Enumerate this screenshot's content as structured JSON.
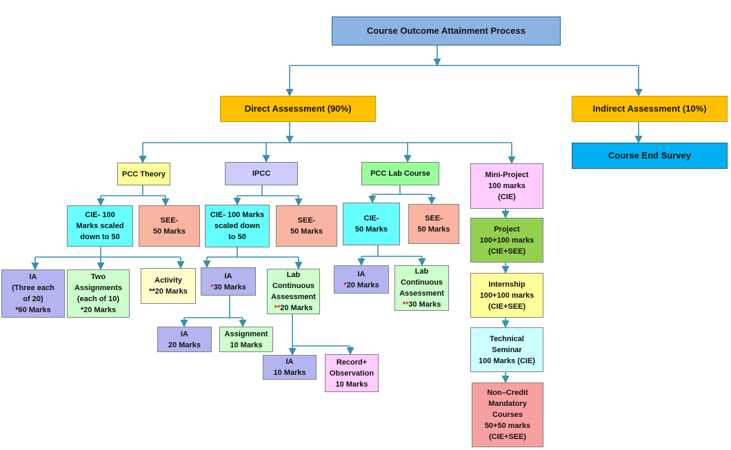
{
  "diagram": {
    "root": {
      "lines": [
        "Course Outcome Attainment Process"
      ]
    },
    "direct": {
      "lines": [
        "Direct Assessment (90%)"
      ]
    },
    "indirect": {
      "lines": [
        "Indirect Assessment (10%)"
      ]
    },
    "course_end_survey": {
      "lines": [
        "Course End Survey"
      ]
    },
    "pcc_theory": {
      "lines": [
        "PCC Theory"
      ]
    },
    "ipcc": {
      "lines": [
        "IPCC"
      ]
    },
    "pcc_lab": {
      "lines": [
        "PCC Lab Course"
      ]
    },
    "mini_project": {
      "lines": [
        "Mini-Project",
        "100 marks",
        "(CIE)"
      ]
    },
    "pcc_cie": {
      "lines": [
        "CIE- 100",
        "Marks scaled",
        "down to 50"
      ]
    },
    "pcc_see": {
      "lines": [
        "SEE-",
        "50 Marks"
      ]
    },
    "pcc_ia": {
      "lines": [
        "IA",
        "(Three each",
        "of 20)",
        "*60 Marks"
      ]
    },
    "pcc_assign": {
      "lines": [
        "Two",
        "Assignments",
        "(each of 10)",
        "*20 Marks"
      ]
    },
    "pcc_activity": {
      "lines": [
        "Activity",
        "**20 Marks"
      ]
    },
    "ipcc_cie": {
      "lines": [
        "CIE- 100 Marks",
        "scaled down",
        "to 50"
      ]
    },
    "ipcc_see": {
      "lines": [
        "SEE-",
        "50 Marks"
      ]
    },
    "ipcc_ia": {
      "lines": [
        "IA",
        "*30 Marks"
      ]
    },
    "ipcc_lab": {
      "lines": [
        "Lab",
        "Continuous",
        "Assessment",
        "**20 Marks"
      ]
    },
    "ipcc_ia_sub": {
      "lines": [
        "IA",
        "20 Marks"
      ]
    },
    "ipcc_assign_sub": {
      "lines": [
        "Assignment",
        "10 Marks"
      ]
    },
    "ipcc_lab_ia": {
      "lines": [
        "IA",
        "10 Marks"
      ]
    },
    "ipcc_record": {
      "lines": [
        "Record+",
        "Observation",
        "10 Marks"
      ]
    },
    "lab_cie": {
      "lines": [
        "CIE-",
        "50 Marks"
      ]
    },
    "lab_see": {
      "lines": [
        "SEE-",
        "50 Marks"
      ]
    },
    "lab_ia": {
      "lines": [
        "IA",
        "*20 Marks"
      ]
    },
    "lab_cont": {
      "lines": [
        "Lab",
        "Continuous",
        "Assessment",
        "**30 Marks"
      ]
    },
    "project": {
      "lines": [
        "Project",
        "100+100 marks",
        "(CIE+SEE)"
      ]
    },
    "internship": {
      "lines": [
        "Internship",
        "100+100 marks",
        "(CIE+SEE)"
      ]
    },
    "tech_seminar": {
      "lines": [
        "Technical",
        "Seminar",
        "100 Marks (CIE)"
      ]
    },
    "non_credit": {
      "lines": [
        "Non–Credit",
        "Mandatory",
        "Courses",
        "50+50 marks",
        "(CIE+SEE)"
      ]
    }
  },
  "colors": {
    "connector": "#3a8fa9",
    "root_fill": "#8db3e2",
    "assessment_fill": "#ffc000",
    "survey_fill": "#00b0f0",
    "yellow_fill": "#ffff99",
    "lavender_fill": "#ccccff",
    "green_fill": "#99ff99",
    "pink_fill": "#ffccff",
    "cyan_fill": "#66ffff",
    "salmon_fill": "#f8b4a0",
    "periwinkle_fill": "#b4b4f0",
    "lightgreen_fill": "#ccffcc",
    "cream_fill": "#ffffcc",
    "project_fill": "#92d050",
    "lightcyan_fill": "#ccffff",
    "red_fill": "#f8a0a0",
    "marker": "#e02020"
  }
}
